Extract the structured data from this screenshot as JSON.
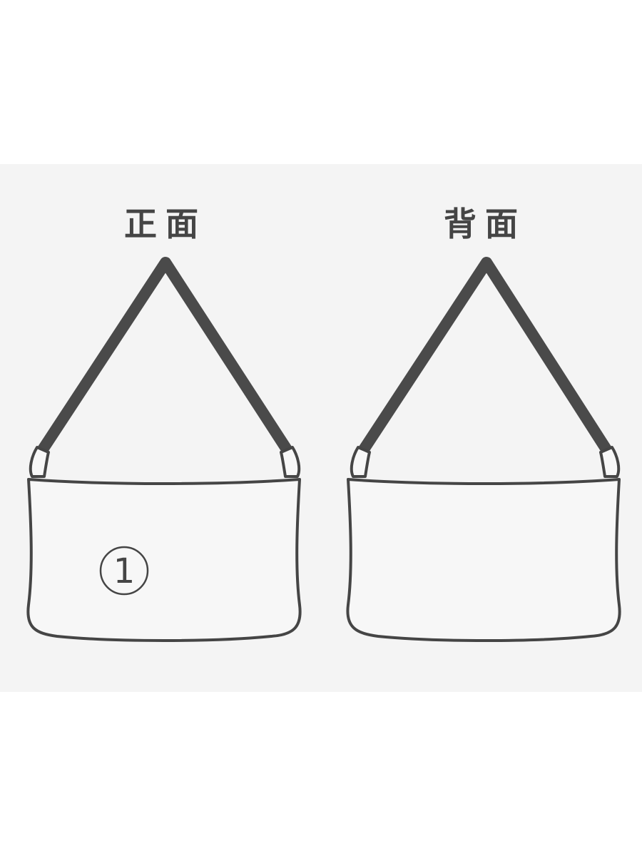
{
  "views": {
    "front": {
      "title": "正面",
      "marker": "1"
    },
    "back": {
      "title": "背面"
    }
  },
  "colors": {
    "outline": "#454545",
    "strap": "#4a4a4a",
    "panel_background": "#f4f4f4",
    "bag_fill": "#f7f7f7"
  }
}
